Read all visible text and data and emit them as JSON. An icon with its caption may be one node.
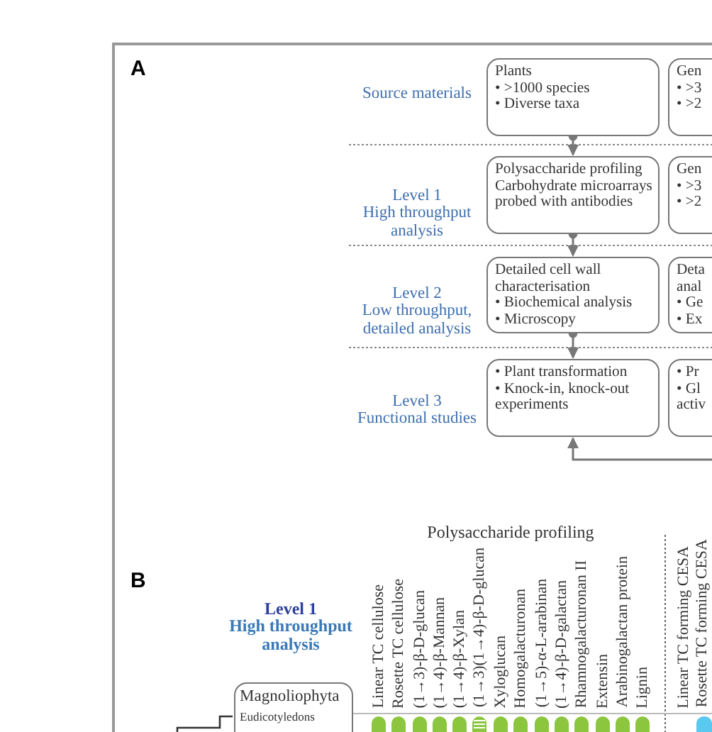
{
  "diagram": {
    "nodes": [
      {
        "text": [
          "Plants",
          "• >1000 species",
          "• Diverse taxa"
        ]
      },
      {
        "text": [
          "Gen",
          "• >3",
          "• >2"
        ]
      },
      {
        "text": [
          "Polysaccharide profiling",
          "Carbohydrate microarrays probed with antibodies"
        ]
      },
      {
        "text": [
          "Gen",
          "• >3",
          "• >2"
        ]
      },
      {
        "text": [
          "Detailed cell wall characterisation",
          "• Biochemical analysis",
          "• Microscopy"
        ]
      },
      {
        "text": [
          "Deta",
          "anal",
          "• Ge",
          "• Ex"
        ]
      },
      {
        "text": [
          "• Plant transformation",
          "• Knock-in, knock-out experiments"
        ]
      },
      {
        "text": [
          "• Pr",
          "• Gl",
          "activ"
        ]
      },
      {
        "text": [
          "Magnoliophyta",
          "Eudicotyledons"
        ]
      }
    ],
    "edges": [
      {
        "from": 0,
        "to": 2,
        "arrow": "to"
      },
      {
        "from": 2,
        "to": 4,
        "arrow": "to"
      },
      {
        "from": 4,
        "to": 6,
        "arrow": "to"
      },
      {
        "from": null,
        "to": 6,
        "arrow": "to"
      },
      {
        "from": null,
        "to": 8,
        "arrow": "none"
      }
    ],
    "labels": [
      "A",
      "Source materials",
      "Level 1",
      "High throughput analysis",
      "Level 2",
      "Low throughput, detailed analysis",
      "Level 3",
      "Functional studies",
      "B",
      "Polysaccharide profiling",
      "Level 1",
      "High throughput analysis",
      "Linear TC cellulose",
      "Rosette TC cellulose",
      "(1→3)-β-D-glucan",
      "(1→4)-β-Mannan",
      "(1→4)-β-Xylan",
      "(1→3)(1→4)-β-D-glucan",
      "Xyloglucan",
      "Homogalacturonan",
      "(1→5)-α-L-arabinan",
      "(1→4)-β-D-galactan",
      "Rhamnogalacturonan II",
      "Extensin",
      "Arabinogalactan protein",
      "Lignin",
      "Linear TC forming CESA",
      "Rosette TC forming CESA"
    ]
  }
}
